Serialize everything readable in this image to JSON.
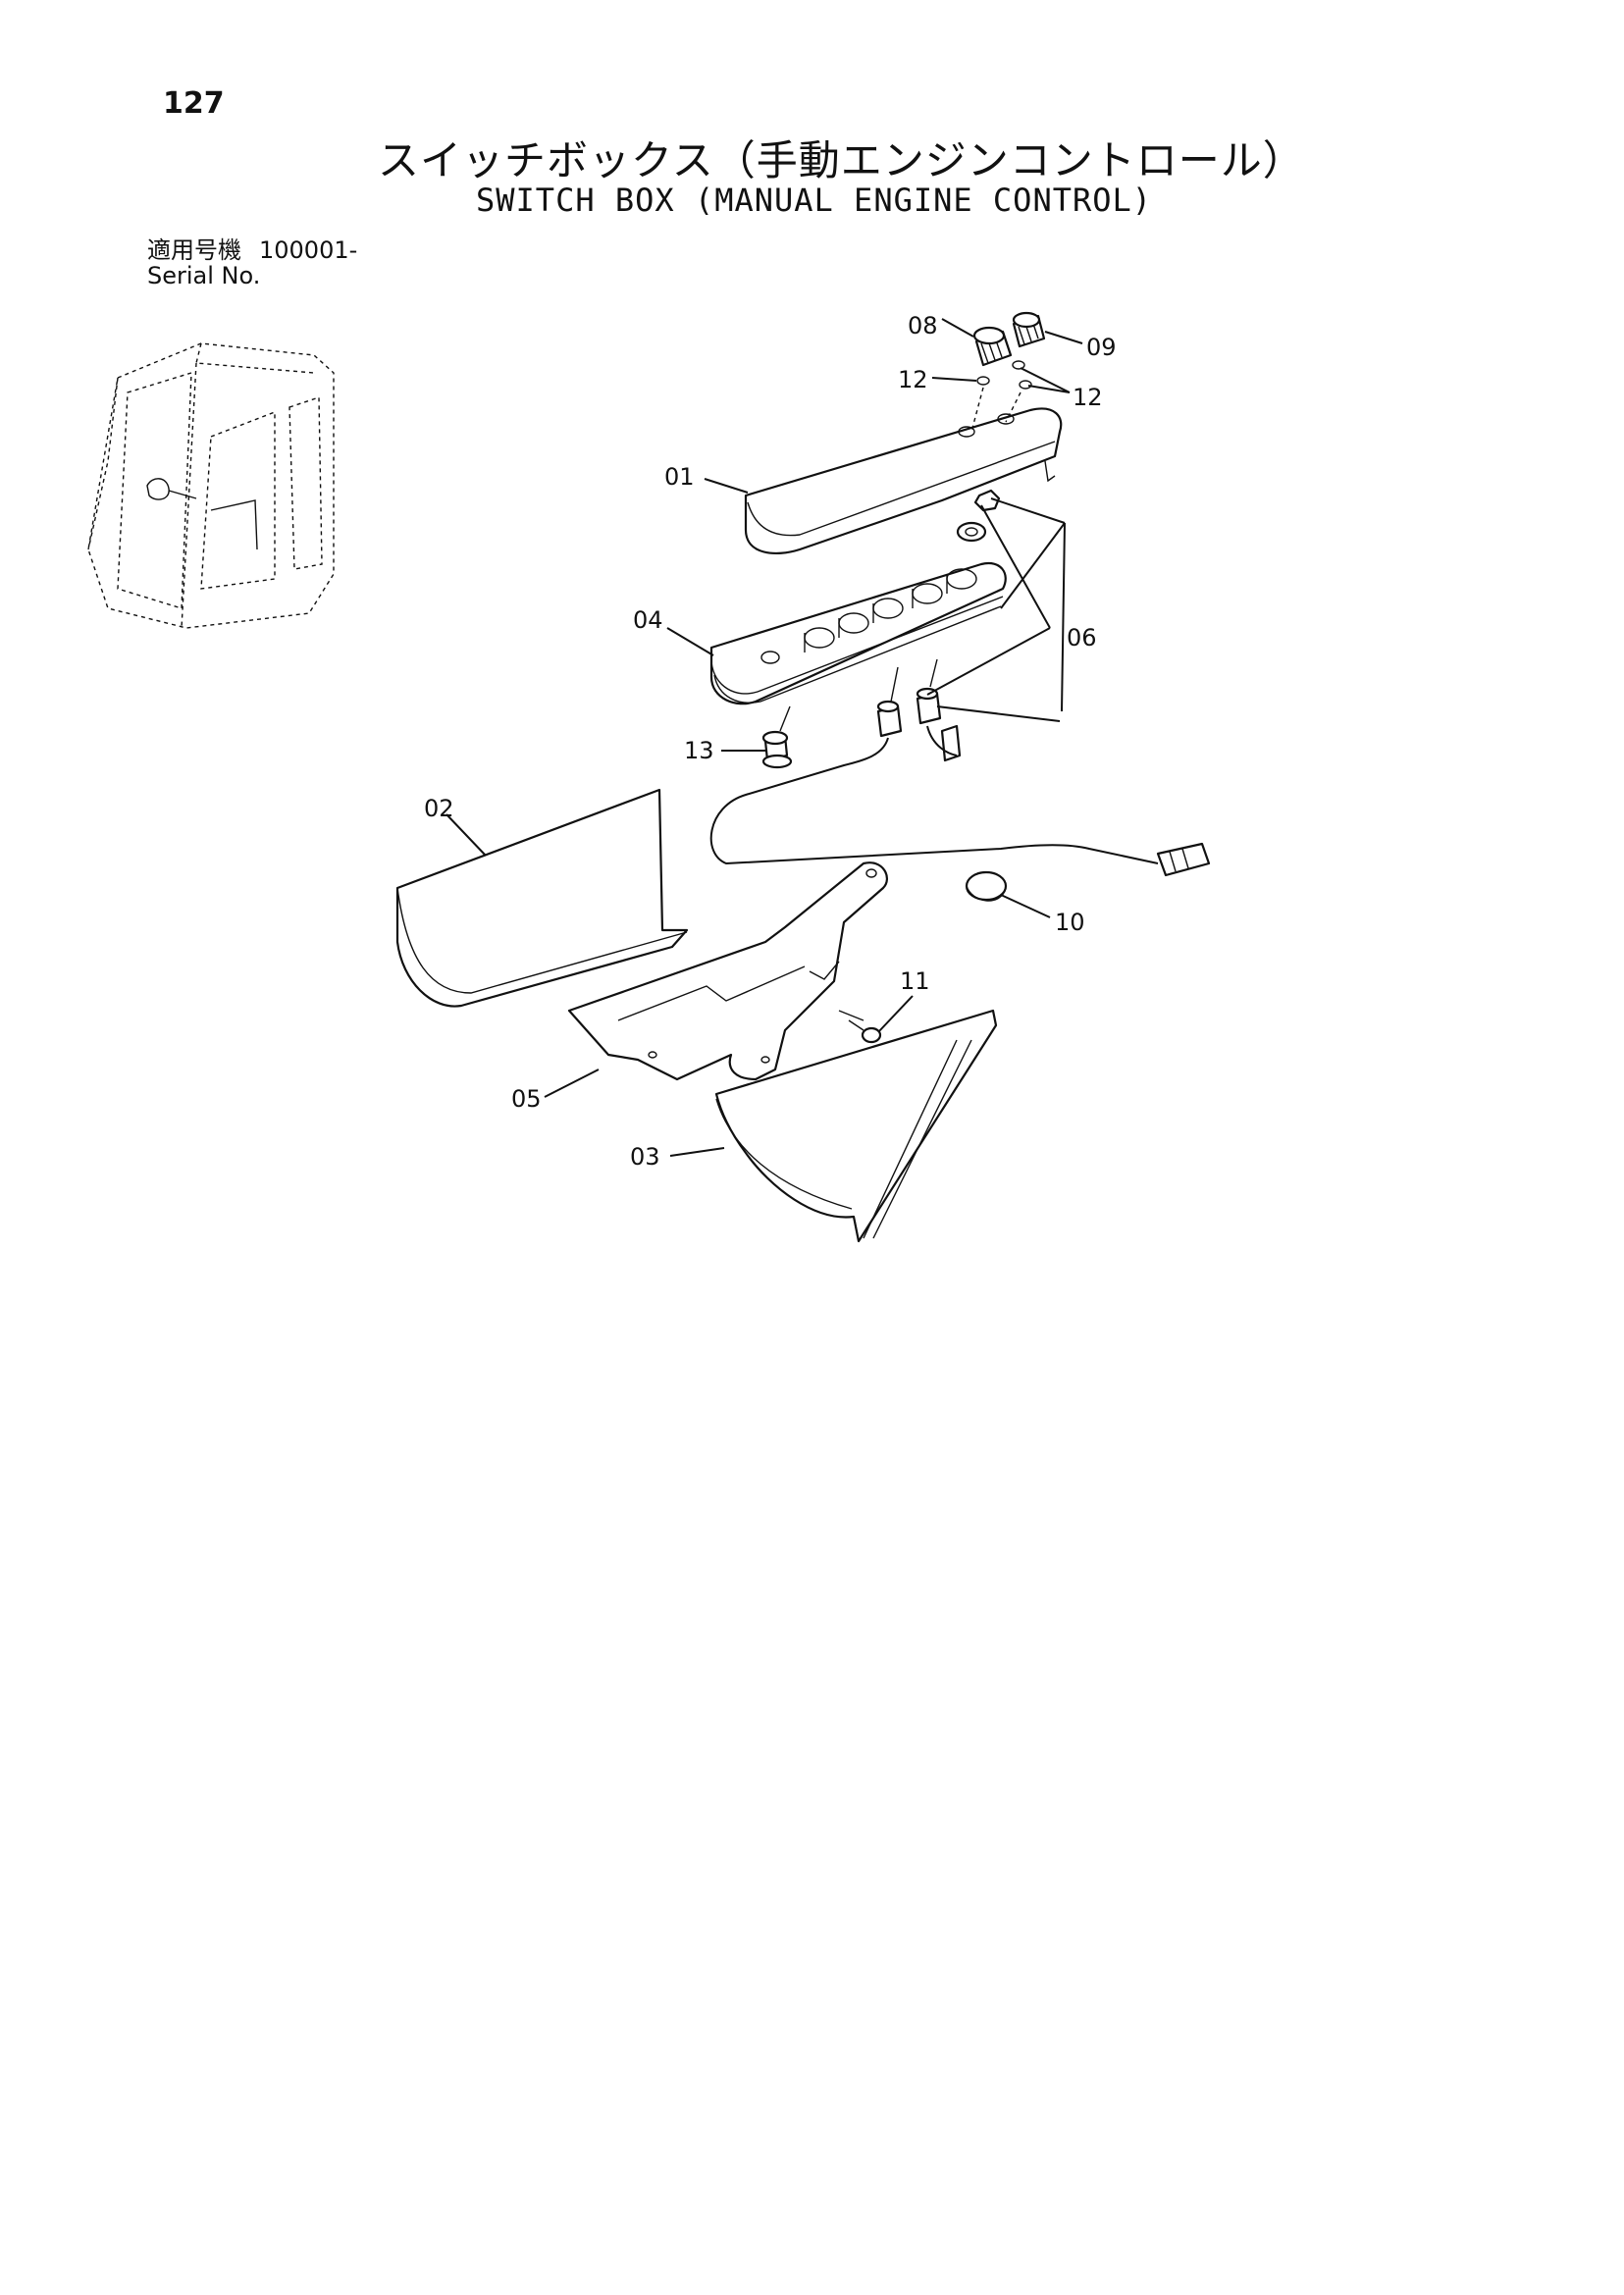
{
  "page_number": "127",
  "title_jp": "スイッチボックス（手動エンジンコントロール）",
  "title_en": "SWITCH BOX (MANUAL ENGINE CONTROL)",
  "serial": {
    "label_jp": "適用号機",
    "label_en": "Serial No.",
    "value": "100001-"
  },
  "callouts": {
    "c01": "01",
    "c02": "02",
    "c03": "03",
    "c04": "04",
    "c05": "05",
    "c06": "06",
    "c08": "08",
    "c09": "09",
    "c10": "10",
    "c11": "11",
    "c12a": "12",
    "c12b": "12",
    "c13": "13"
  }
}
